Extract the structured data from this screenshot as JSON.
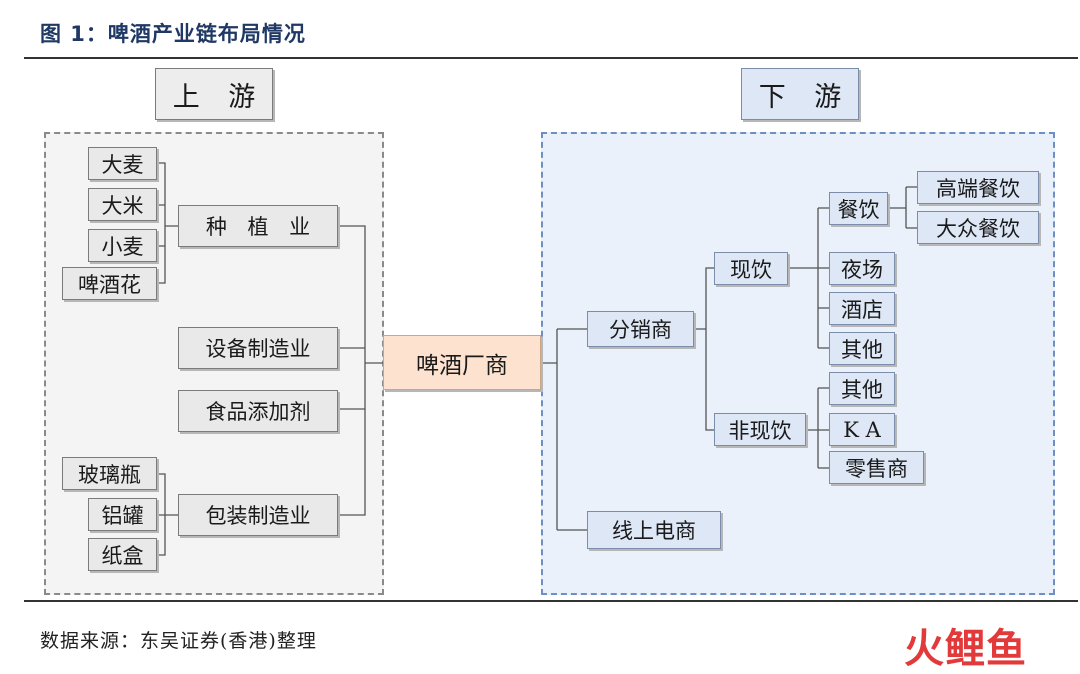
{
  "title": "图 1：啤酒产业链布局情况",
  "source": "数据来源：东吴证券(香港)整理",
  "logo": "火鲤鱼",
  "colors": {
    "title": "#1f3864",
    "upstream_fill": "#f4f4f4",
    "downstream_fill": "#eaf1fa",
    "hub_fill": "#fde3cf",
    "node_gray": "#e9e9e9",
    "node_blue": "#dde7f5"
  },
  "upstream": {
    "header": "上 游",
    "raw_materials": [
      "大麦",
      "大米",
      "小麦",
      "啤酒花"
    ],
    "planting": "种 植 业",
    "equipment": "设备制造业",
    "additives": "食品添加剂",
    "packaging_materials": [
      "玻璃瓶",
      "铝罐",
      "纸盒"
    ],
    "packaging": "包装制造业"
  },
  "hub": "啤酒厂商",
  "downstream": {
    "header": "下 游",
    "distributor": "分销商",
    "on_premise": "现饮",
    "catering": "餐饮",
    "high_end": "高端餐饮",
    "mass": "大众餐饮",
    "nightlife": "夜场",
    "hotel": "酒店",
    "on_other": "其他",
    "off_premise": "非现饮",
    "off_other": "其他",
    "ka": "K A",
    "retailer": "零售商",
    "online": "线上电商"
  }
}
